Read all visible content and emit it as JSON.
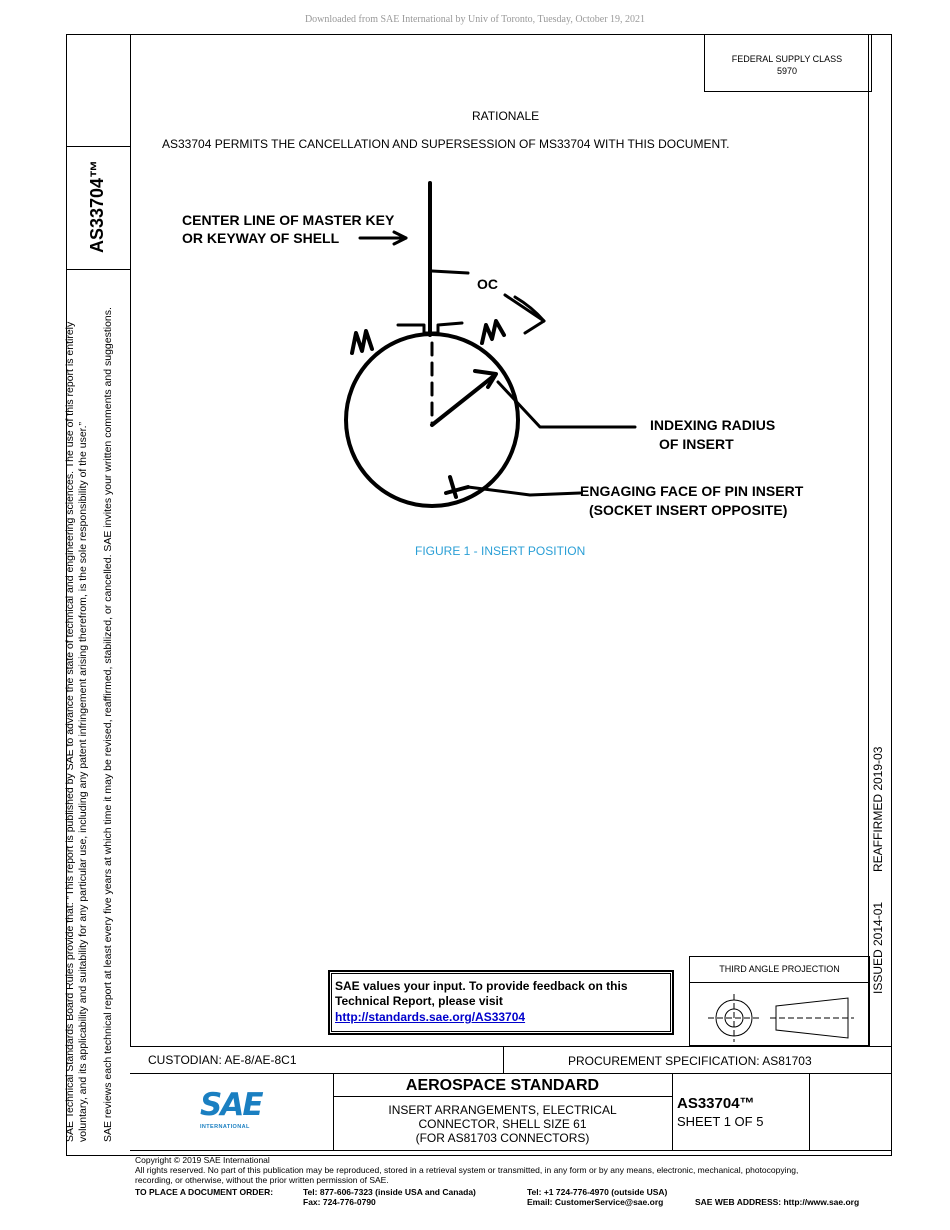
{
  "download_banner": "Downloaded from SAE International by Univ of Toronto, Tuesday, October 19, 2021",
  "federal_supply": {
    "line1": "FEDERAL SUPPLY CLASS",
    "line2": "5970"
  },
  "doc_id_side": "AS33704™",
  "rationale": {
    "heading": "RATIONALE",
    "text": "AS33704 PERMITS THE CANCELLATION AND SUPERSESSION OF MS33704 WITH THIS DOCUMENT."
  },
  "figure": {
    "label_centerline_1": "CENTER LINE OF MASTER KEY",
    "label_centerline_2": "OR KEYWAY OF SHELL",
    "label_oc": "OC",
    "label_indexing_1": "INDEXING RADIUS",
    "label_indexing_2": "OF INSERT",
    "label_engaging_1": "ENGAGING FACE OF PIN INSERT",
    "label_engaging_2": "(SOCKET INSERT OPPOSITE)",
    "caption": "FIGURE 1 - INSERT POSITION"
  },
  "side_notes": {
    "line1": "SAE Technical Standards Board Rules provide that: “This report is published by SAE to advance the state of technical and engineering sciences. The use of this report is entirely",
    "line2": "voluntary, and its applicability and suitability for any particular use, including any patent infringement arising therefrom, is the sole responsibility of the user.”",
    "line3": "SAE reviews each technical report at least every five years at which time it may be revised, reaffirmed, stabilized, or cancelled. SAE invites your written comments and suggestions."
  },
  "issue_info": {
    "issued": "ISSUED 2014-01",
    "reaffirmed": "REAFFIRMED 2019-03"
  },
  "feedback": {
    "line1": "SAE values your input. To provide feedback on this",
    "line2": "Technical Report, please visit",
    "link": "http://standards.sae.org/AS33704"
  },
  "projection": {
    "label": "THIRD ANGLE PROJECTION"
  },
  "custodian": "CUSTODIAN: AE-8/AE-8C1",
  "procurement": "PROCUREMENT SPECIFICATION: AS81703",
  "logo": {
    "text": "SAE",
    "subtext": "INTERNATIONAL",
    "color": "#1a7fc1"
  },
  "title_block": {
    "heading": "AEROSPACE STANDARD",
    "line1": "INSERT ARRANGEMENTS, ELECTRICAL",
    "line2": "CONNECTOR, SHELL SIZE 61",
    "line3": "(FOR AS81703 CONNECTORS)",
    "doc_number": "AS33704™",
    "sheet": "SHEET 1 OF 5"
  },
  "footer": {
    "copyright": "Copyright © 2019 SAE International",
    "rights1": "All rights reserved. No part of this publication may be reproduced, stored in a retrieval system or transmitted, in any form or by any means, electronic, mechanical, photocopying,",
    "rights2": "recording, or otherwise, without the prior written permission of SAE.",
    "order_label": "TO PLACE A DOCUMENT ORDER:",
    "tel_us": "Tel: 877-606-7323 (inside USA and Canada)",
    "fax": "Fax: 724-776-0790",
    "tel_intl": "Tel: +1 724-776-4970 (outside USA)",
    "email": "Email: CustomerService@sae.org",
    "web": "SAE WEB ADDRESS: http://www.sae.org"
  },
  "colors": {
    "caption": "#2a9fd6",
    "link": "#0000cc",
    "sae_blue": "#1a7fc1"
  }
}
